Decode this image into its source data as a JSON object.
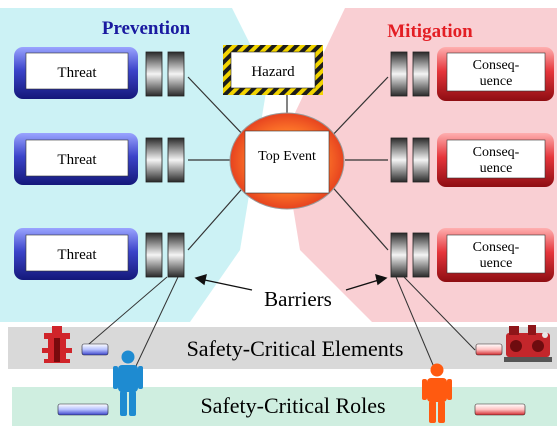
{
  "sections": {
    "prevention": "Prevention",
    "mitigation": "Mitigation"
  },
  "hazard": "Hazard",
  "top_event": "Top Event",
  "threats": [
    "Threat",
    "Threat",
    "Threat"
  ],
  "consequences": [
    [
      "Conseq-",
      "uence"
    ],
    [
      "Conseq-",
      "uence"
    ],
    [
      "Conseq-",
      "uence"
    ]
  ],
  "barriers_label": "Barriers",
  "elements_band": "Safety-Critical Elements",
  "roles_band": "Safety-Critical Roles",
  "colors": {
    "prevention_bg": "#ccf2f5",
    "mitigation_bg": "#f9cfd3",
    "prevention_title": "#1a1aa0",
    "mitigation_title": "#e31e24",
    "threat_frame": "#3b44c9",
    "consequence_frame": "#e5353b",
    "top_event_orange": "#ff5a2a",
    "elements_band": "#d9d9d9",
    "roles_band": "#cfeee0",
    "person_blue": "#1e8bd1",
    "person_orange": "#ff5a10"
  },
  "icons": [
    "valve-assembly-icon",
    "pump-machinery-icon",
    "person-blue-icon",
    "person-orange-icon"
  ]
}
